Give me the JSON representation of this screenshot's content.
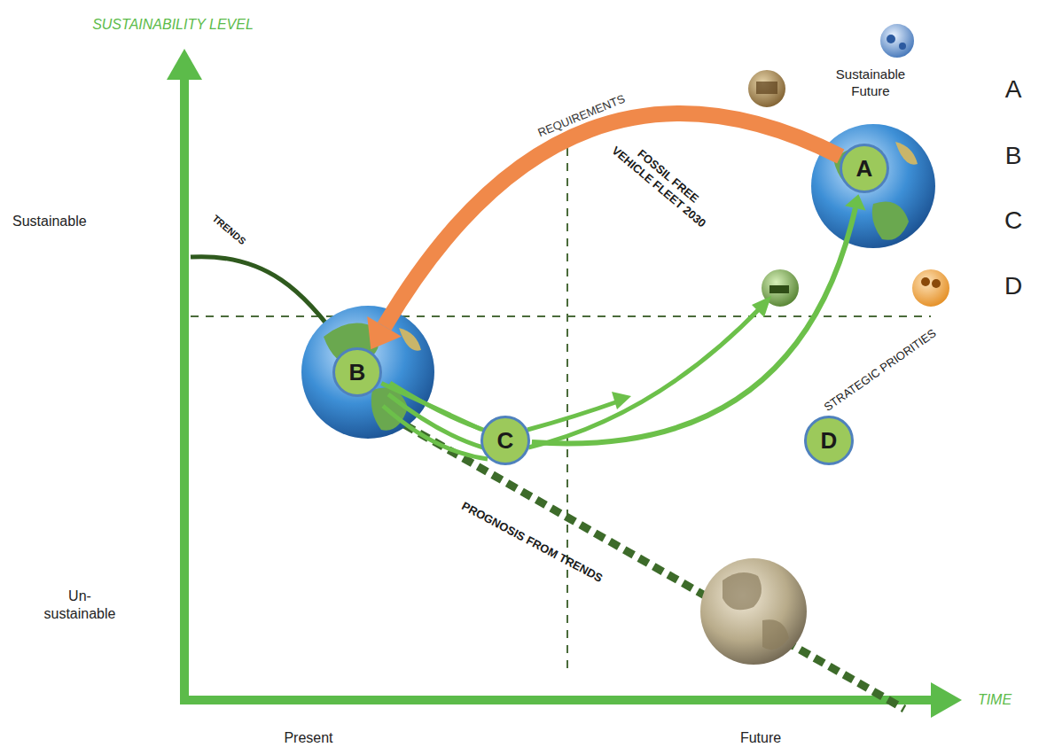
{
  "diagram": {
    "nodes": [
      {
        "text": [
          "A"
        ]
      },
      {
        "text": [
          "B"
        ]
      },
      {
        "text": [
          "C"
        ]
      },
      {
        "text": [
          "D"
        ]
      }
    ],
    "edges": [
      {
        "from": 0,
        "to": 1,
        "arrow": "to",
        "label": "REQUIREMENTS"
      },
      {
        "from": 1,
        "to": 2,
        "arrow": "none"
      },
      {
        "from": 2,
        "to": 0,
        "arrow": "to"
      }
    ],
    "labels": [
      "SUSTAINABILITY LEVEL",
      "Sustainable",
      "Un- sustainable",
      "Present",
      "Future",
      "TIME",
      "Sustainable Future",
      "TRENDS",
      "FOSSIL FREE VEHICLE FLEET 2030",
      "STRATEGIC PRIORITIES",
      "PROGNOSIS FROM TRENDS",
      "A",
      "B",
      "C",
      "D"
    ]
  }
}
